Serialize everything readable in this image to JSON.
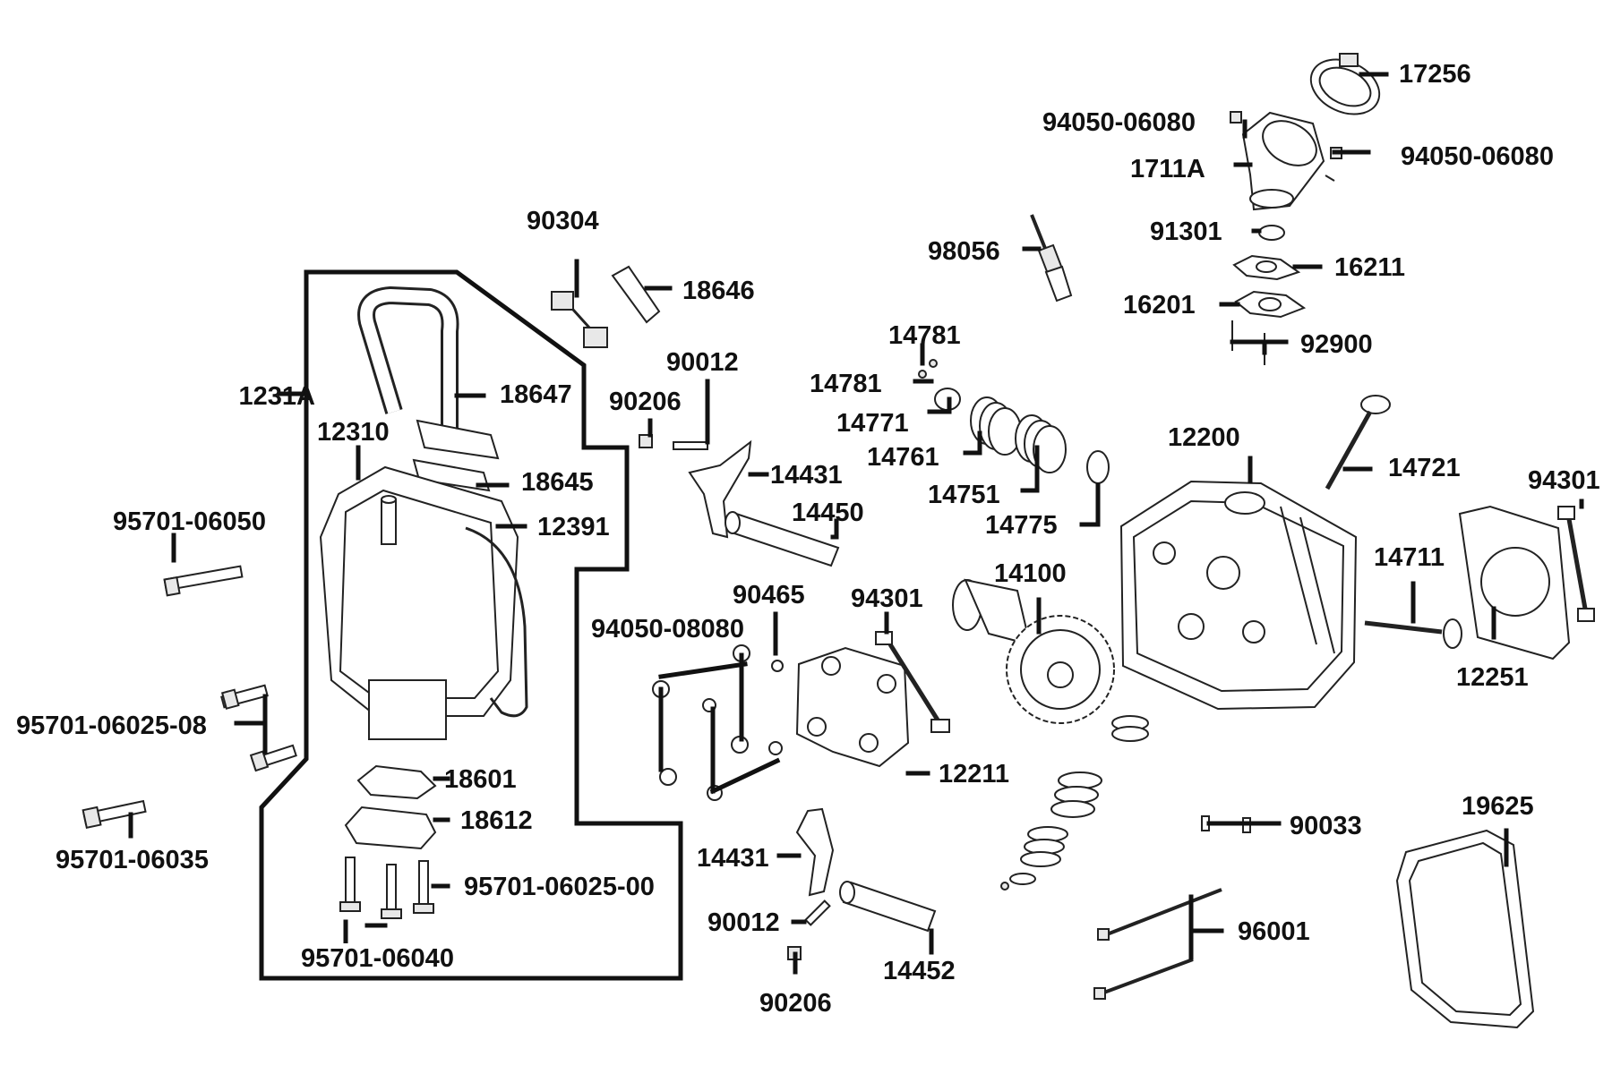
{
  "diagram": {
    "group_frame_label": "1231A",
    "parts": [
      {
        "id": "p17256",
        "label": "17256"
      },
      {
        "id": "p94050_06080_a",
        "label": "94050-06080"
      },
      {
        "id": "p94050_06080_b",
        "label": "94050-06080"
      },
      {
        "id": "p1711A",
        "label": "1711A"
      },
      {
        "id": "p91301",
        "label": "91301"
      },
      {
        "id": "p16211",
        "label": "16211"
      },
      {
        "id": "p16201",
        "label": "16201"
      },
      {
        "id": "p92900",
        "label": "92900"
      },
      {
        "id": "p98056",
        "label": "98056"
      },
      {
        "id": "p90304",
        "label": "90304"
      },
      {
        "id": "p18646",
        "label": "18646"
      },
      {
        "id": "p90012_a",
        "label": "90012"
      },
      {
        "id": "p90206_a",
        "label": "90206"
      },
      {
        "id": "p14781_a",
        "label": "14781"
      },
      {
        "id": "p14781_b",
        "label": "14781"
      },
      {
        "id": "p14771",
        "label": "14771"
      },
      {
        "id": "p14761",
        "label": "14761"
      },
      {
        "id": "p14751",
        "label": "14751"
      },
      {
        "id": "p14775",
        "label": "14775"
      },
      {
        "id": "p12200",
        "label": "12200"
      },
      {
        "id": "p14721",
        "label": "14721"
      },
      {
        "id": "p94301_a",
        "label": "94301"
      },
      {
        "id": "p18647",
        "label": "18647"
      },
      {
        "id": "p12310",
        "label": "12310"
      },
      {
        "id": "p18645",
        "label": "18645"
      },
      {
        "id": "p12391",
        "label": "12391"
      },
      {
        "id": "p14431_a",
        "label": "14431"
      },
      {
        "id": "p14450",
        "label": "14450"
      },
      {
        "id": "p95701_06050",
        "label": "95701-06050"
      },
      {
        "id": "p90465",
        "label": "90465"
      },
      {
        "id": "p94050_08080",
        "label": "94050-08080"
      },
      {
        "id": "p94301_b",
        "label": "94301"
      },
      {
        "id": "p14100",
        "label": "14100"
      },
      {
        "id": "p14711",
        "label": "14711"
      },
      {
        "id": "p12251",
        "label": "12251"
      },
      {
        "id": "p95701_06025_08",
        "label": "95701-06025-08"
      },
      {
        "id": "p12211",
        "label": "12211"
      },
      {
        "id": "p18601",
        "label": "18601"
      },
      {
        "id": "p18612",
        "label": "18612"
      },
      {
        "id": "p95701_06035",
        "label": "95701-06035"
      },
      {
        "id": "p19625",
        "label": "19625"
      },
      {
        "id": "p90033",
        "label": "90033"
      },
      {
        "id": "p14431_b",
        "label": "14431"
      },
      {
        "id": "p95701_06025_00",
        "label": "95701-06025-00"
      },
      {
        "id": "p90012_b",
        "label": "90012"
      },
      {
        "id": "p96001",
        "label": "96001"
      },
      {
        "id": "p95701_06040",
        "label": "95701-06040"
      },
      {
        "id": "p14452",
        "label": "14452"
      },
      {
        "id": "p90206_b",
        "label": "90206"
      }
    ]
  }
}
